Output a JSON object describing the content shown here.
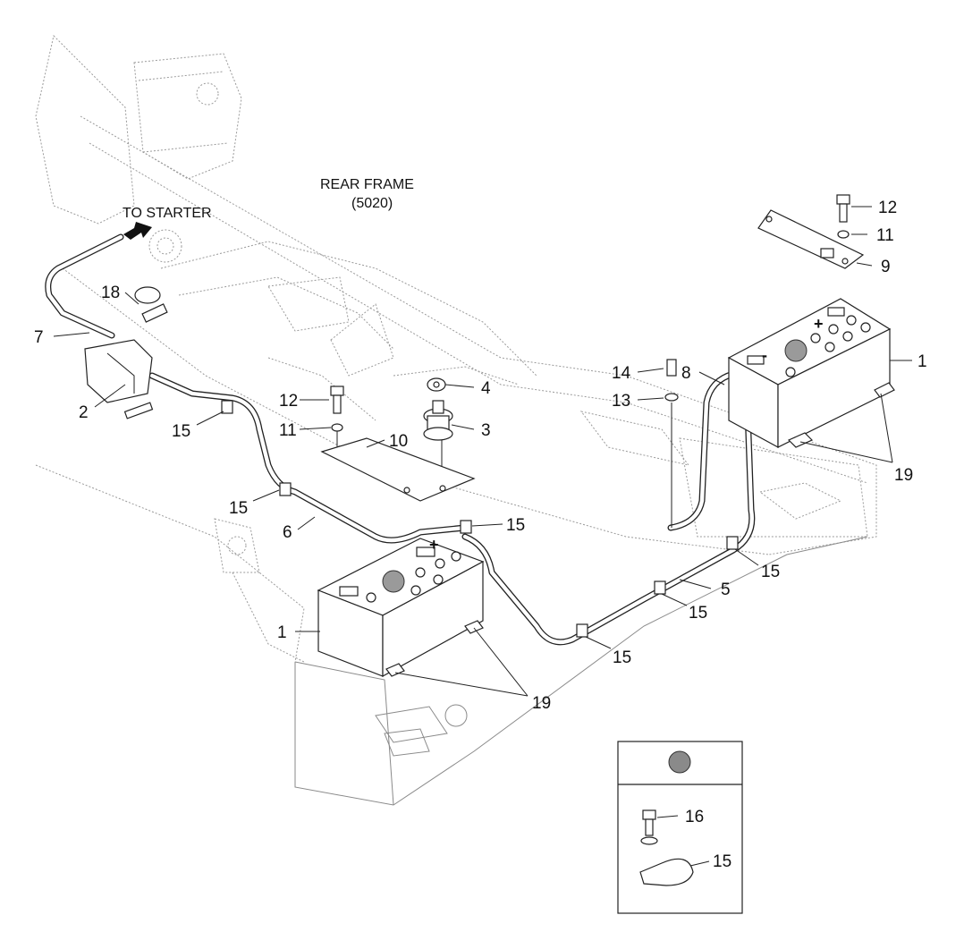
{
  "diagram": {
    "title_line1": "REAR FRAME",
    "title_line2": "(5020)",
    "arrow_label": "TO STARTER",
    "callouts": {
      "battery_right": "1",
      "battery_left": "1",
      "switch_bracket": "2",
      "battery_switch": "3",
      "switch_cap": "4",
      "cable_long": "5",
      "cable_left": "6",
      "cable_starter": "7",
      "cable_right": "8",
      "bracket_top": "9",
      "bracket_mid": "10",
      "washer_top": "11",
      "washer_mid": "11",
      "bolt_top": "12",
      "bolt_mid": "12",
      "washer_13": "13",
      "bolt_14": "14",
      "clip_a": "15",
      "clip_b": "15",
      "clip_c": "15",
      "clip_d": "15",
      "clip_e": "15",
      "clip_f": "15",
      "clip_inset": "15",
      "bolt_inset": "16",
      "nut_18": "18",
      "hold_down_right": "19",
      "hold_down_left": "19"
    },
    "battery_plus_left": "+",
    "battery_plus_right": "+",
    "battery_minus_right": "-"
  }
}
